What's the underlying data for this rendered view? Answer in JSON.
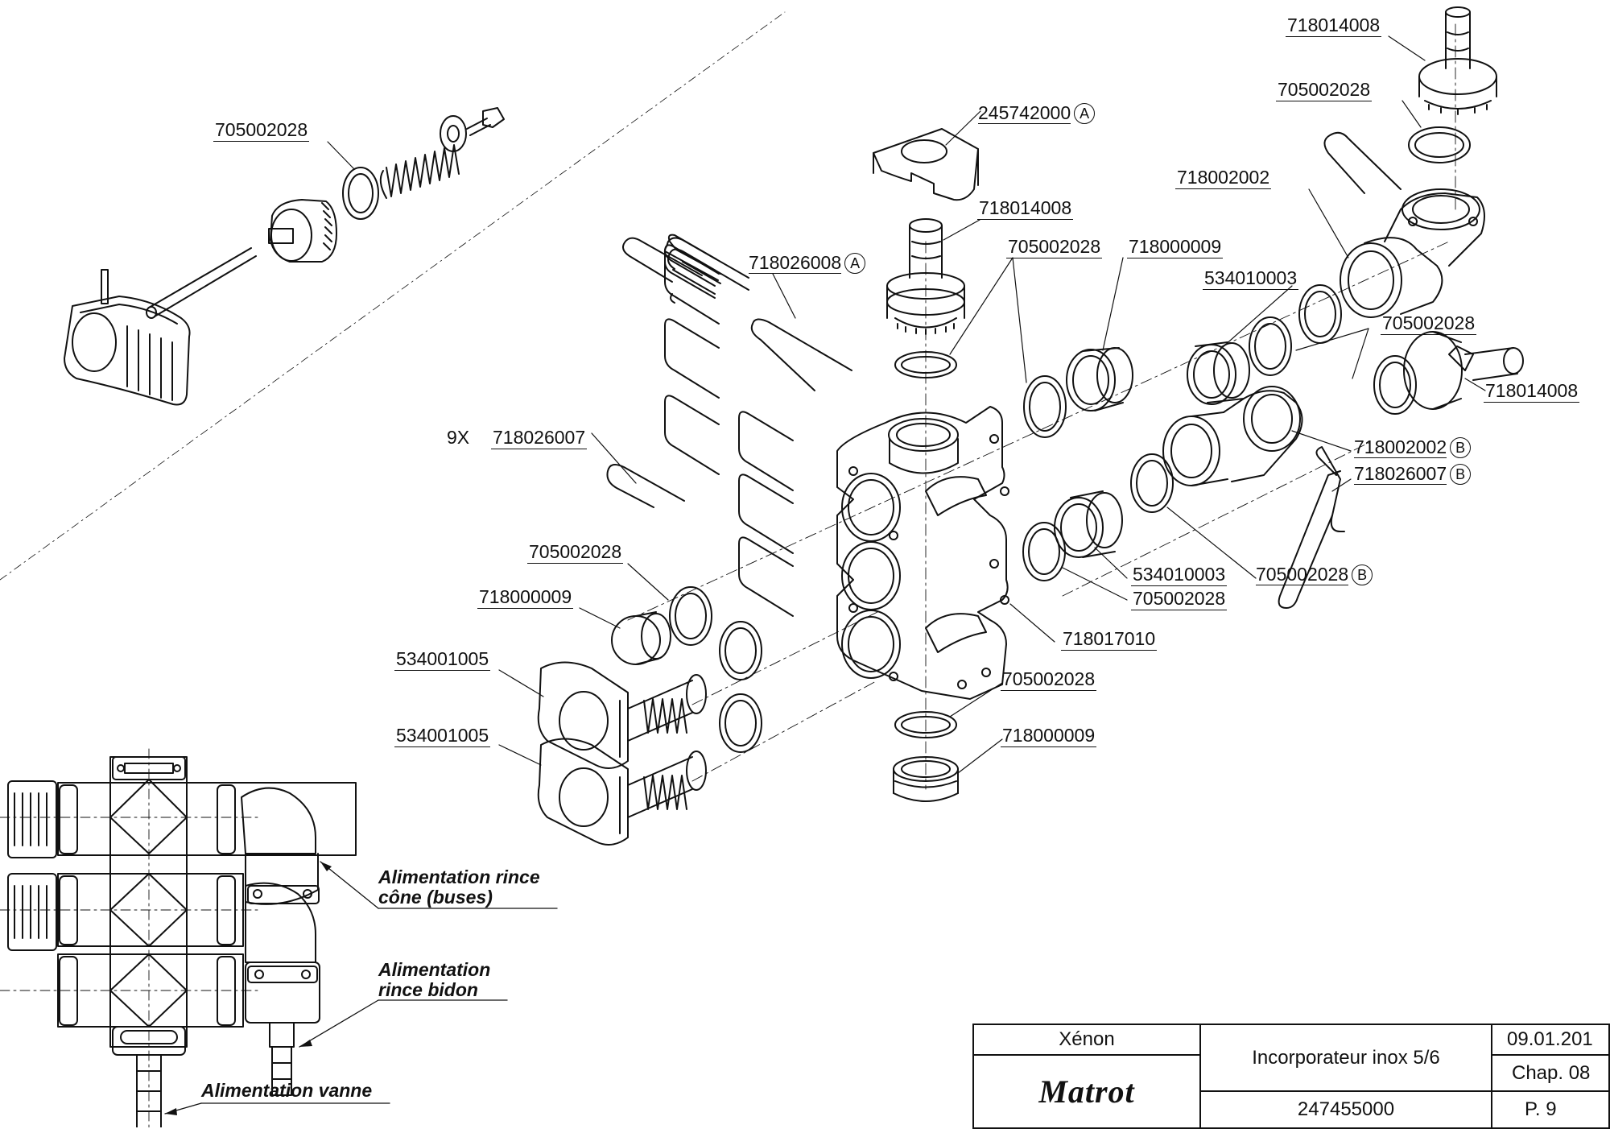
{
  "labels": {
    "p705002028_top": "705002028",
    "p245742000": "245742000",
    "p718014008_mid": "718014008",
    "p718026008": "718026008",
    "p705002028_mid": "705002028",
    "p718000009_mid": "718000009",
    "p718014008_tr": "718014008",
    "p705002028_tr": "705002028",
    "p718002002": "718002002",
    "p534010003_a": "534010003",
    "p705002028_r": "705002028",
    "p718014008_r": "718014008",
    "p718002002_b": "718002002",
    "p718026007_b": "718026007",
    "p534010003_b": "534010003",
    "p705002028_b": "705002028",
    "p705002028_lo": "705002028",
    "p718017010": "718017010",
    "p705002028_bot": "705002028",
    "p718000009_bot": "718000009",
    "p718026007": "718026007",
    "qty_9x": "9X",
    "p705002028_left": "705002028",
    "p718000009_left": "718000009",
    "p534001005_a": "534001005",
    "p534001005_b": "534001005",
    "ref_a": "A",
    "ref_b": "B"
  },
  "notes": {
    "rince_cone_1": "Alimentation rince",
    "rince_cone_2": "cône (buses)",
    "rince_bidon_1": "Alimentation",
    "rince_bidon_2": "rince bidon",
    "vanne": "Alimentation vanne"
  },
  "title_block": {
    "model": "Xénon",
    "brand": "Matrot",
    "description": "Incorporateur inox 5/6",
    "date": "09.01.201",
    "chapter": "Chap. 08",
    "reference": "247455000",
    "page": "P. 9"
  }
}
